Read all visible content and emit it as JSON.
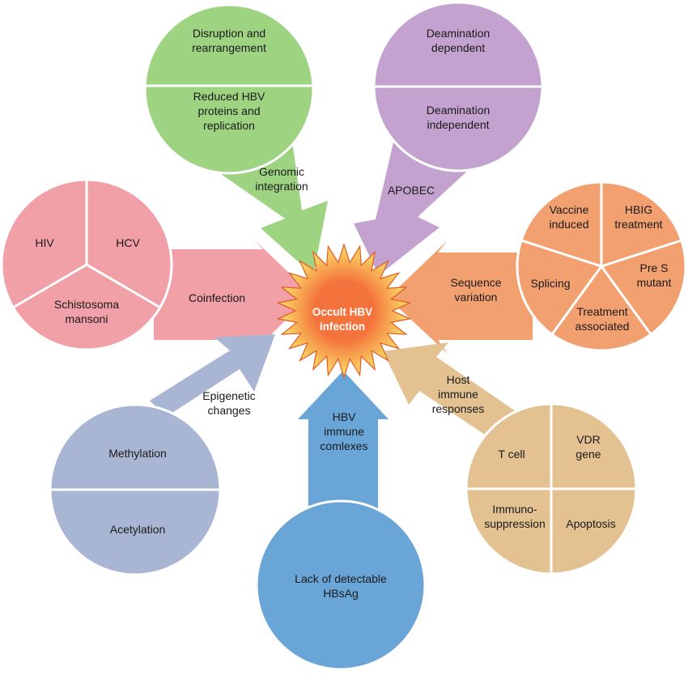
{
  "center": {
    "label": [
      "Occult HBV",
      "infection"
    ]
  },
  "colors": {
    "genomic": "#9ed382",
    "apobec": "#c4a2cf",
    "coinfection": "#f0a0a6",
    "sequence": "#f3a070",
    "epigenetic": "#a9b6d3",
    "immune_complex": "#6aa5d8",
    "host": "#e3c191",
    "center_outer": "#f4733c",
    "center_inner": "#fbe36a"
  },
  "genomic": {
    "arrow_label": [
      "Genomic",
      "integration"
    ],
    "top": [
      "Disruption and",
      "rearrangement"
    ],
    "bottom": [
      "Reduced HBV",
      "proteins and",
      "replication"
    ]
  },
  "apobec": {
    "arrow_label": [
      "APOBEC"
    ],
    "top": [
      "Deamination",
      "dependent"
    ],
    "bottom": [
      "Deamination",
      "independent"
    ]
  },
  "coinfection": {
    "arrow_label": [
      "Coinfection"
    ],
    "a": [
      "HIV"
    ],
    "b": [
      "HCV"
    ],
    "c": [
      "Schistosoma",
      "mansoni"
    ]
  },
  "sequence": {
    "arrow_label": [
      "Sequence",
      "variation"
    ],
    "a": [
      "Vaccine",
      "induced"
    ],
    "b": [
      "HBIG",
      "treatment"
    ],
    "c": [
      "Pre S",
      "mutant"
    ],
    "d": [
      "Treatment",
      "associated"
    ],
    "e": [
      "Splicing"
    ]
  },
  "epigenetic": {
    "arrow_label": [
      "Epigenetic",
      "changes"
    ],
    "top": [
      "Methylation"
    ],
    "bottom": [
      "Acetylation"
    ]
  },
  "immune_complex": {
    "arrow_label": [
      "HBV",
      "immune",
      "comlexes"
    ],
    "circle": [
      "Lack of detectable",
      "HBsAg"
    ]
  },
  "host": {
    "arrow_label": [
      "Host",
      "immune",
      "responses"
    ],
    "a": [
      "T cell"
    ],
    "b": [
      "VDR",
      "gene"
    ],
    "c": [
      "Immuno-",
      "suppression"
    ],
    "d": [
      "Apoptosis"
    ]
  }
}
